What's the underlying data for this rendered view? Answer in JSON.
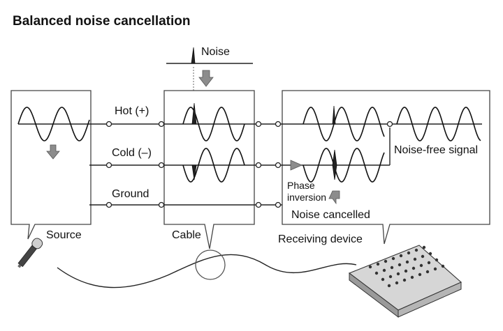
{
  "title": "Balanced noise cancellation",
  "labels": {
    "noise": "Noise",
    "hot": "Hot (+)",
    "cold": "Cold (–)",
    "ground": "Ground",
    "noise_free": "Noise-free signal",
    "phase_1": "Phase",
    "phase_2": "inversion",
    "noise_cancelled": "Noise cancelled",
    "source": "Source",
    "cable": "Cable",
    "receiving": "Receiving device"
  },
  "colors": {
    "arrow_fill": "#8c8c8c",
    "line": "#222222",
    "box_border": "#444444"
  },
  "icons": {
    "source_device": "microphone-icon",
    "receiving_device": "mixing-console-icon",
    "signal_arrow": "gray-down-arrow-icon"
  }
}
